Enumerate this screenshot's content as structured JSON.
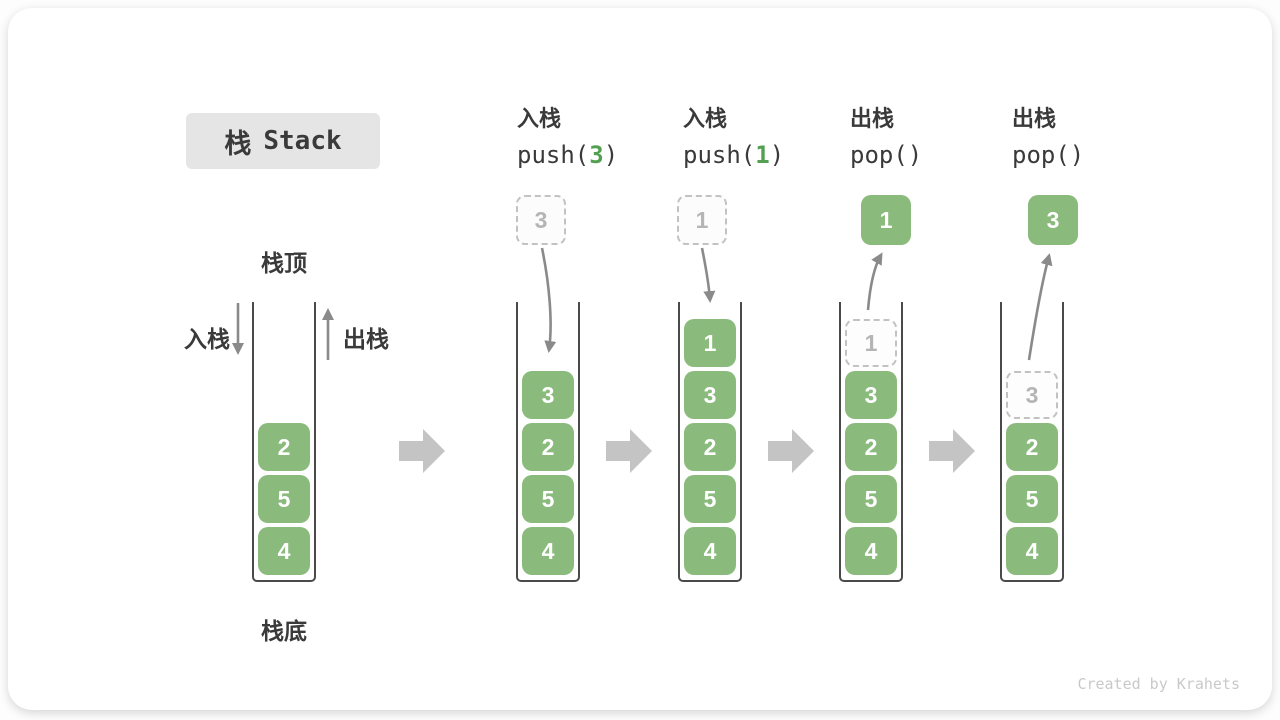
{
  "title": {
    "zh": "栈",
    "en": "Stack"
  },
  "legend": {
    "stack_top": "栈顶",
    "stack_bottom": "栈底",
    "push": "入栈",
    "pop": "出栈"
  },
  "operations": [
    {
      "label": "入栈",
      "code_prefix": "push(",
      "code_arg": "3",
      "code_suffix": ")"
    },
    {
      "label": "入栈",
      "code_prefix": "push(",
      "code_arg": "1",
      "code_suffix": ")"
    },
    {
      "label": "出栈",
      "code_prefix": "pop(",
      "code_arg": "",
      "code_suffix": ")"
    },
    {
      "label": "出栈",
      "code_prefix": "pop(",
      "code_arg": "",
      "code_suffix": ")"
    }
  ],
  "stacks": [
    {
      "id": "initial",
      "items_bottom_up": [
        "4",
        "5",
        "2"
      ]
    },
    {
      "id": "after-push-3",
      "items_bottom_up": [
        "4",
        "5",
        "2",
        "3"
      ],
      "floating": {
        "value": "3",
        "style": "dashed"
      }
    },
    {
      "id": "after-push-1",
      "items_bottom_up": [
        "4",
        "5",
        "2",
        "3",
        "1"
      ],
      "floating": {
        "value": "1",
        "style": "dashed"
      }
    },
    {
      "id": "after-pop-1",
      "items_bottom_up": [
        "4",
        "5",
        "2",
        "3"
      ],
      "ghost": {
        "value": "1",
        "slot": 4
      },
      "floating": {
        "value": "1",
        "style": "solid"
      }
    },
    {
      "id": "after-pop-3",
      "items_bottom_up": [
        "4",
        "5",
        "2"
      ],
      "ghost": {
        "value": "3",
        "slot": 3
      },
      "floating": {
        "value": "3",
        "style": "solid"
      }
    }
  ],
  "watermark": "Created by Krahets",
  "colors": {
    "green": "#8abb7d",
    "code_green": "#54a052",
    "arrow_gray": "#8a8a8a",
    "block_arrow_gray": "#c4c4c4",
    "text_dark": "#3a3a3a",
    "ghost_gray": "#b5b5b5",
    "title_bg": "#e5e5e5",
    "watermark_gray": "#c9c9c9"
  }
}
